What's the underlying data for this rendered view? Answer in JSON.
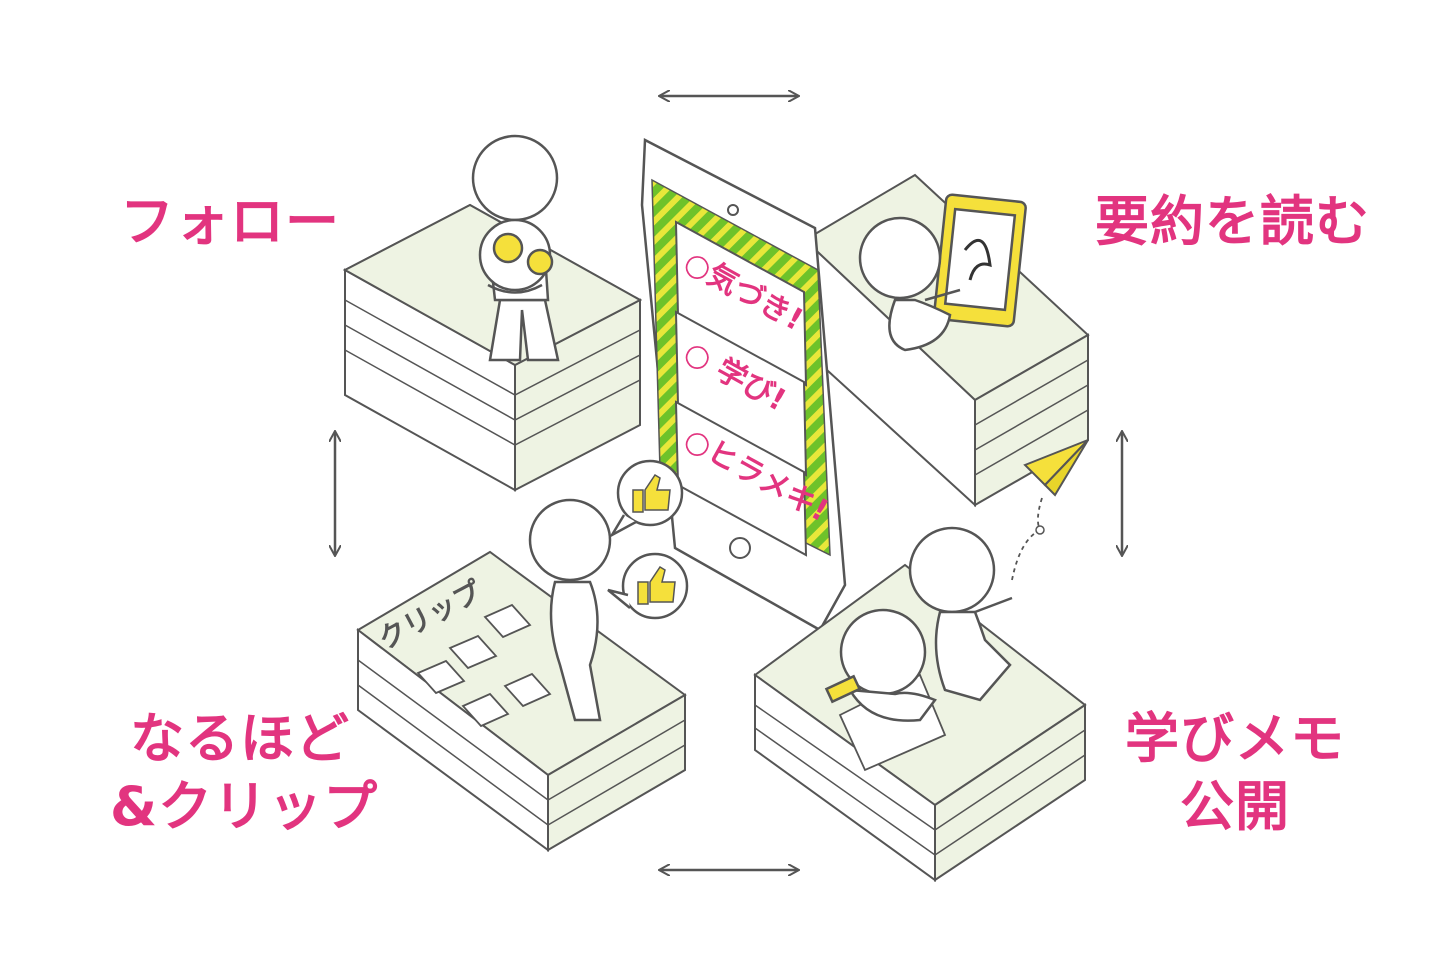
{
  "labels": {
    "follow": "フォロー",
    "read_summary": "要約を読む",
    "clip_line1": "なるほど",
    "clip_line2": "&クリップ",
    "memo_line1": "学びメモ",
    "memo_line2": "公開"
  },
  "tablet": {
    "items": [
      {
        "label": "○気づき!"
      },
      {
        "label": "○ 学び!"
      },
      {
        "label": "○ヒラメキ!"
      }
    ]
  },
  "clip_board": {
    "label": "クリップ"
  },
  "colors": {
    "accent": "#e2347f",
    "platform": "#eef3e3",
    "outline": "#555555",
    "tablet_screen_green": "#6ec22a",
    "tablet_screen_yellow": "#ddd82e",
    "highlight_yellow": "#f5e03b"
  }
}
